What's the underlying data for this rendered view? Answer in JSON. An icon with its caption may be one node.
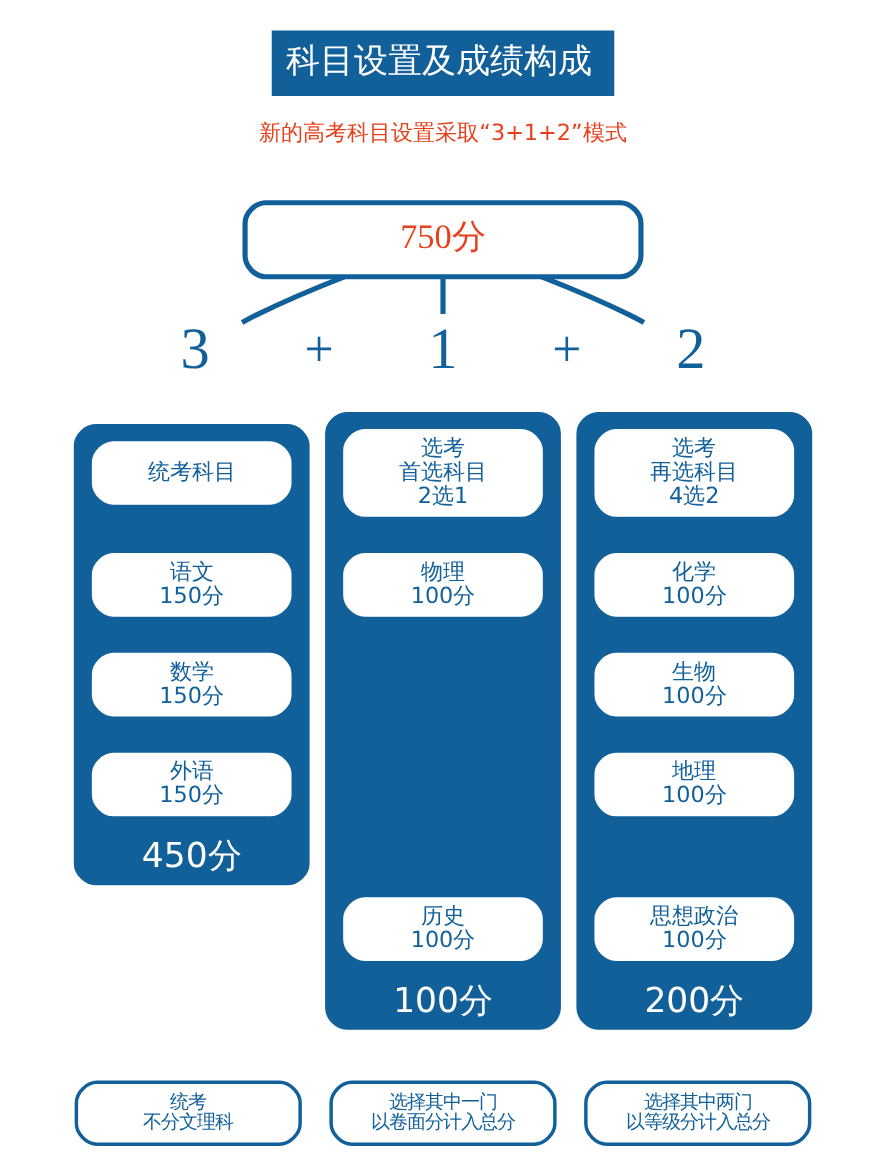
{
  "diagram": {
    "title": "科目设置及成绩构成",
    "nodes": [
      {
        "text": [
          "750分"
        ]
      },
      {
        "text": [
          "3"
        ]
      },
      {
        "text": [
          "1"
        ]
      },
      {
        "text": [
          "2"
        ]
      },
      {
        "text": [
          "450分"
        ]
      },
      {
        "text": [
          "统考科目"
        ],
        "in": 4
      },
      {
        "text": [
          "语文",
          "150分"
        ],
        "in": 4
      },
      {
        "text": [
          "数学",
          "150分"
        ],
        "in": 4
      },
      {
        "text": [
          "外语",
          "150分"
        ],
        "in": 4
      },
      {
        "text": [
          "100分"
        ]
      },
      {
        "text": [
          "选考",
          "首选科目",
          "2选1"
        ],
        "in": 9
      },
      {
        "text": [
          "物理",
          "100分"
        ],
        "in": 9
      },
      {
        "text": [
          "历史",
          "100分"
        ],
        "in": 9
      },
      {
        "text": [
          "200分"
        ]
      },
      {
        "text": [
          "选考",
          "再选科目",
          "4选2"
        ],
        "in": 13
      },
      {
        "text": [
          "化学",
          "100分"
        ],
        "in": 13
      },
      {
        "text": [
          "生物",
          "100分"
        ],
        "in": 13
      },
      {
        "text": [
          "地理",
          "100分"
        ],
        "in": 13
      },
      {
        "text": [
          "思想政治",
          "100分"
        ],
        "in": 13
      },
      {
        "text": [
          "统考",
          "不分文理科"
        ]
      },
      {
        "text": [
          "选择其中一门",
          "以卷面分计入总分"
        ]
      },
      {
        "text": [
          "选择其中两门",
          "以等级分计入总分"
        ]
      }
    ],
    "edges": [
      {
        "from": 0,
        "to": 1,
        "arrow": "none"
      },
      {
        "from": 0,
        "to": 2,
        "arrow": "none"
      },
      {
        "from": 0,
        "to": 3,
        "arrow": "none"
      }
    ],
    "labels": [
      "新的高考科目设置采取“3+1+2”模式",
      "+",
      "+"
    ]
  }
}
